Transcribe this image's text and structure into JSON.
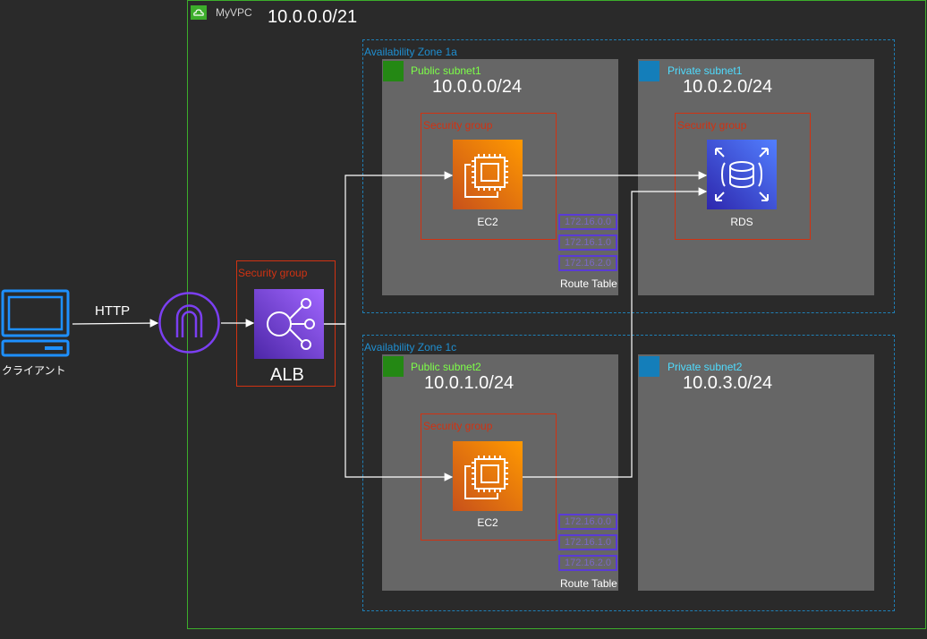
{
  "vpc": {
    "label": "MyVPC",
    "cidr": "10.0.0.0/21",
    "icon": "vpc-cloud-icon"
  },
  "client": {
    "label": "クライアント",
    "icon": "client-computer-icon"
  },
  "http_label": "HTTP",
  "igw": {
    "icon": "internet-gateway-icon"
  },
  "alb": {
    "label": "ALB",
    "security_group": "Security group",
    "icon": "alb-icon"
  },
  "zones": [
    {
      "label": "Availability Zone 1a",
      "public": {
        "label": "Public subnet1",
        "cidr": "10.0.0.0/24",
        "security_group": "Security group",
        "service": "EC2",
        "routes": [
          "172.16.0.0",
          "172.16.1.0",
          "172.16.2.0"
        ],
        "route_table": "Route Table"
      },
      "private": {
        "label": "Private subnet1",
        "cidr": "10.0.2.0/24",
        "security_group": "Security group",
        "service": "RDS"
      }
    },
    {
      "label": "Availability Zone 1c",
      "public": {
        "label": "Public subnet2",
        "cidr": "10.0.1.0/24",
        "security_group": "Security group",
        "service": "EC2",
        "routes": [
          "172.16.0.0",
          "172.16.1.0",
          "172.16.2.0"
        ],
        "route_table": "Route Table"
      },
      "private": {
        "label": "Private subnet2",
        "cidr": "10.0.3.0/24"
      }
    }
  ],
  "colors": {
    "background": "#2a2a2a",
    "vpc_border": "#3cae2b",
    "az_border": "#1f7fb5",
    "subnet_fill": "#666666",
    "security_group": "#d13212",
    "ec2_orange": "#ed7100",
    "rds_blue": "#3b48cc",
    "alb_purple": "#8c4fff",
    "route_table": "#5a3bd6"
  }
}
